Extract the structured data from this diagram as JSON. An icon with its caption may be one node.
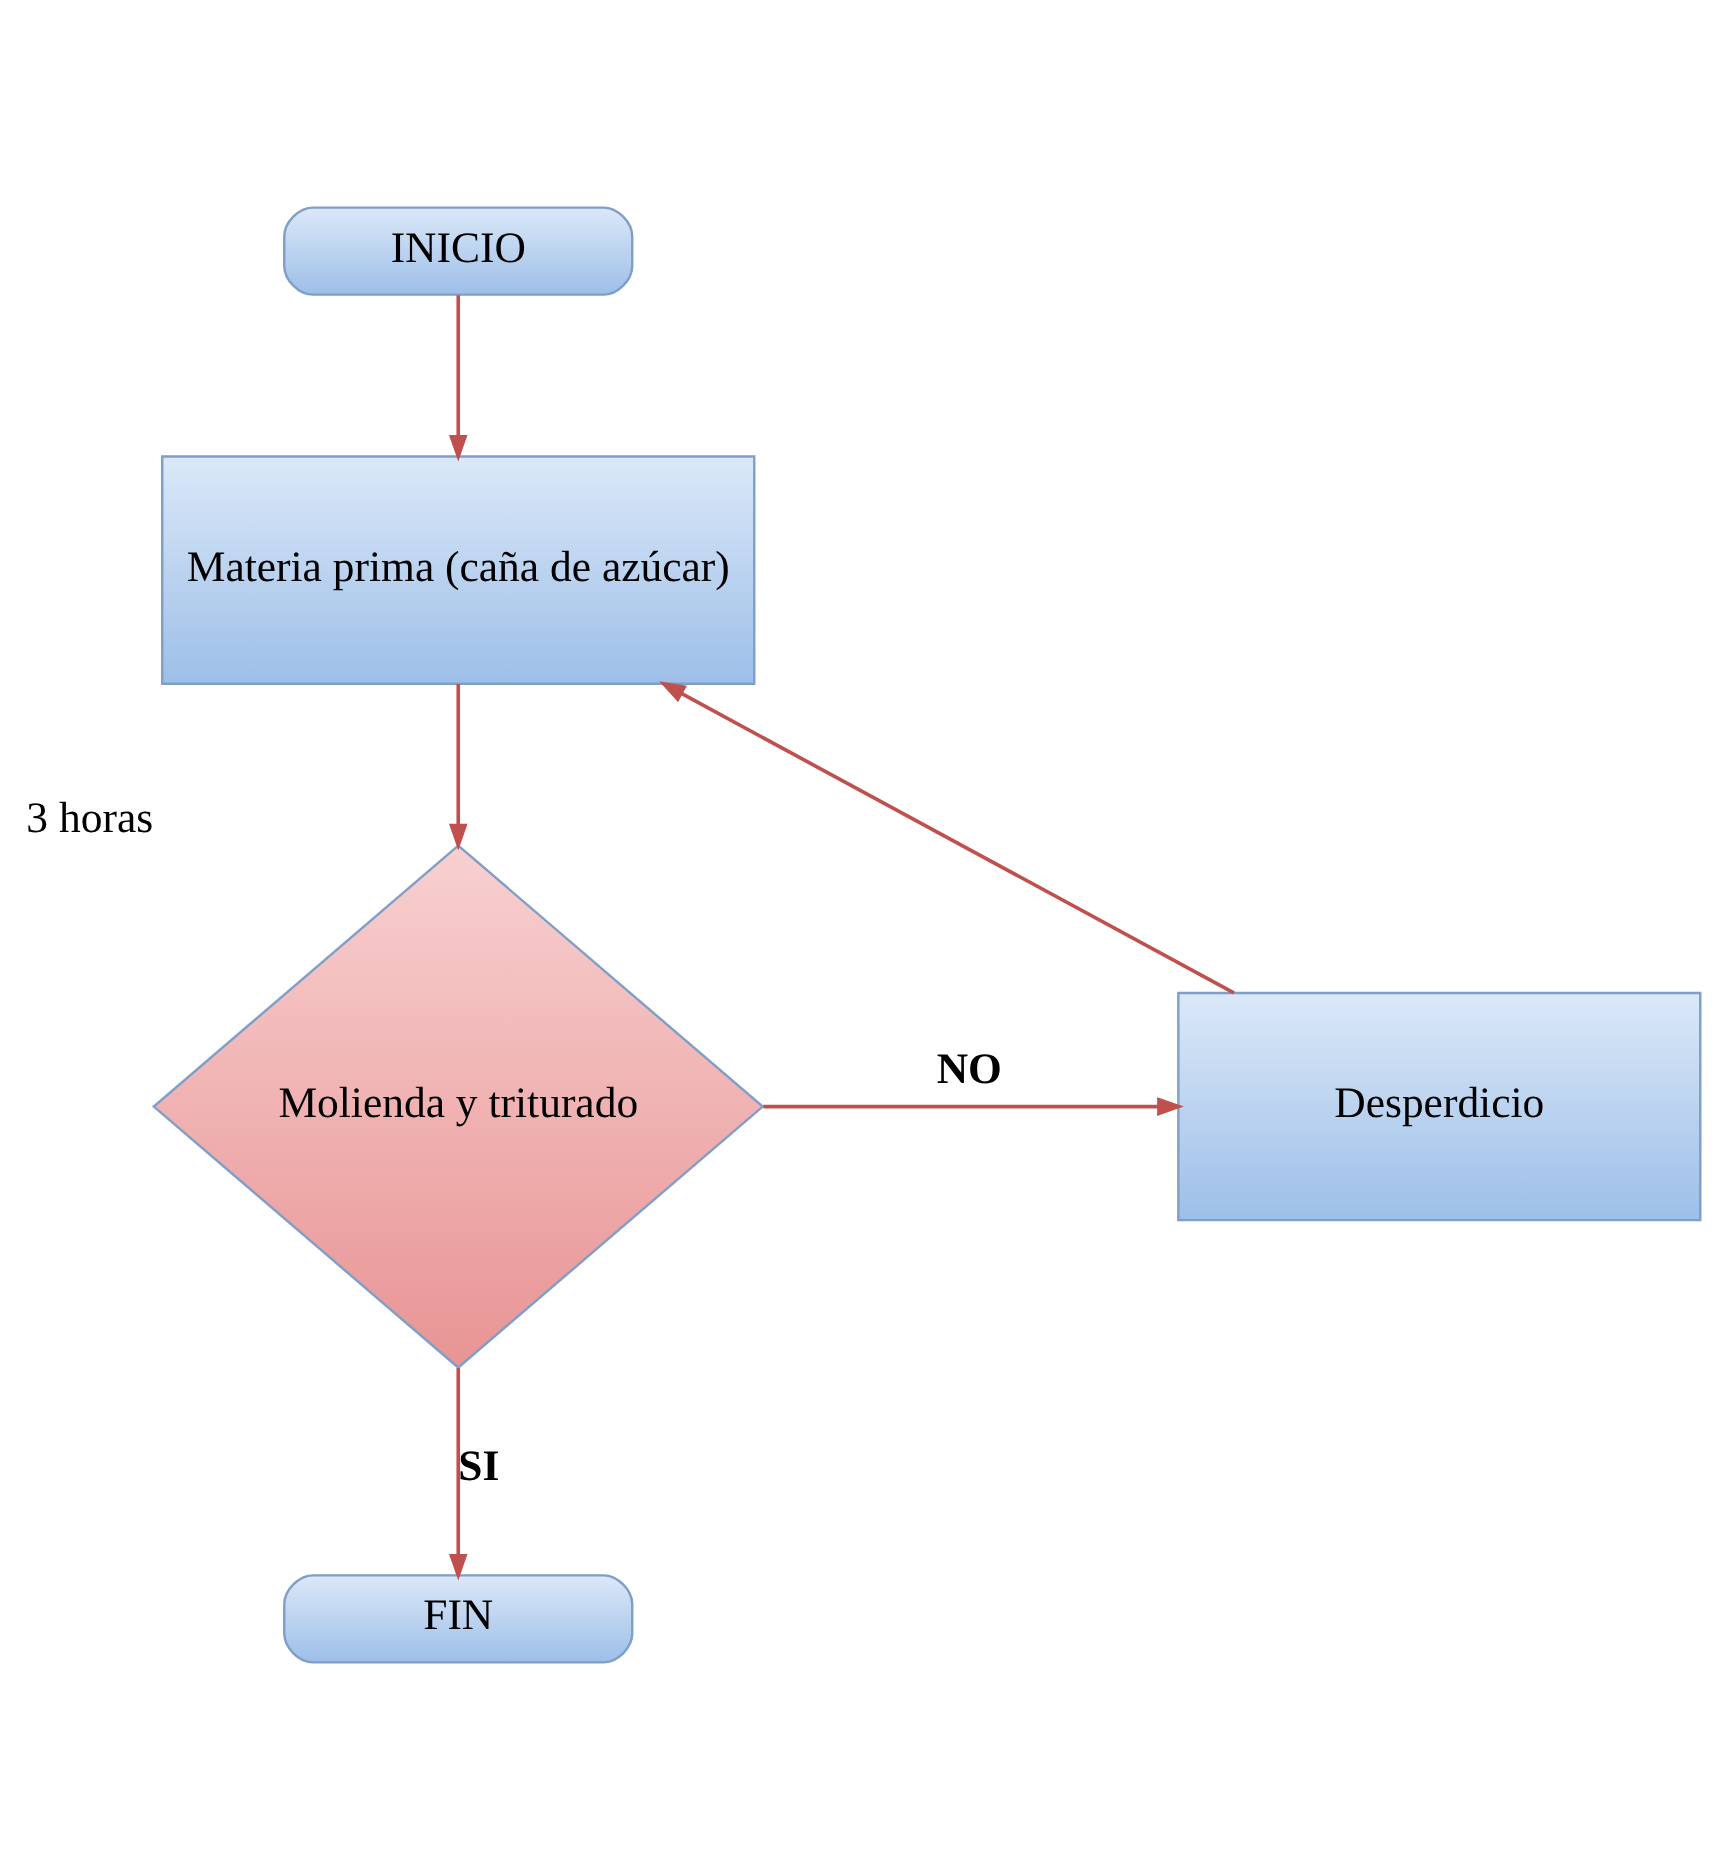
{
  "diagram": {
    "nodes": [
      {
        "text": [
          "INICIO"
        ]
      },
      {
        "text": [
          "Materia prima (caña de azúcar)"
        ]
      },
      {
        "text": [
          "Molienda y triturado"
        ],
        "beside": [
          "3 horas"
        ]
      },
      {
        "text": [
          "Desperdicio"
        ]
      },
      {
        "text": [
          "FIN"
        ]
      }
    ],
    "edges": [
      {
        "from": 0,
        "to": 1,
        "arrow": "to"
      },
      {
        "from": 1,
        "to": 2,
        "arrow": "to"
      },
      {
        "from": 2,
        "to": 3,
        "arrow": "to",
        "label": "NO"
      },
      {
        "from": 3,
        "to": 1,
        "arrow": "to"
      },
      {
        "from": 2,
        "to": 4,
        "arrow": "to",
        "label": "SI"
      }
    ]
  }
}
